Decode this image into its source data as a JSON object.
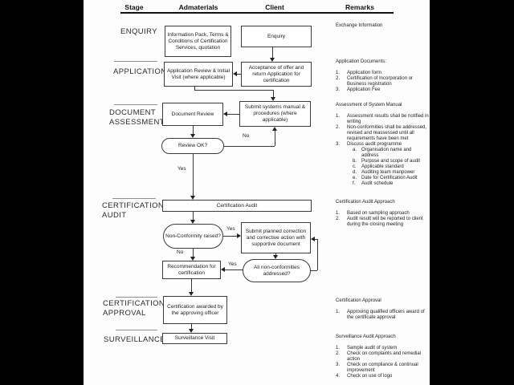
{
  "header": {
    "columns": [
      "Stage",
      "Admaterials",
      "Client",
      "Remarks"
    ]
  },
  "stages": [
    {
      "label": "ENQUIRY"
    },
    {
      "label": "APPLICATION"
    },
    {
      "label": "DOCUMENT ASSESSMENT"
    },
    {
      "label": "CERTIFICATION AUDIT"
    },
    {
      "label": "CERTIFICATION APPROVAL"
    },
    {
      "label": "SURVEILLANCE"
    }
  ],
  "nodes": {
    "info_pack": "Information Pack, Terms & Conditions of Certification Services, quotation",
    "enquiry": "Enquiry",
    "app_review": "Application Review & Initial Visit (where applicable)",
    "acceptance": "Acceptance of offer and return Application for certification",
    "document_review": "Document Review",
    "submit_systems": "Submit systems manual & procedures (where applicable)",
    "review_ok": "Review OK?",
    "certification_audit": "Certification Audit",
    "non_conformity": "Non-Conformity raised?",
    "submit_planned": "Submit planned correction and corrective action with supportive document",
    "recommendation": "Recommendation for certification",
    "all_nc": "All non-conformities addressed?",
    "cert_awarded": "Certification awarded by the approving officer",
    "surveillance_visit": "Surveillance Visit"
  },
  "edge_labels": {
    "review_no": "No",
    "review_yes": "Yes",
    "nc_yes": "Yes",
    "nc_no": "No",
    "addressed_yes": "Yes"
  },
  "remarks": [
    {
      "title": "Exchange Information",
      "items": []
    },
    {
      "title": "Application Documents:",
      "items": [
        {
          "m": "1.",
          "t": "Application form"
        },
        {
          "m": "2.",
          "t": "Certification of Incorporation or Business registration"
        },
        {
          "m": "3.",
          "t": "Application Fee"
        }
      ]
    },
    {
      "title": "Assessment of System Manual",
      "items": [
        {
          "m": "1.",
          "t": "Assessment results shall be notified in writing"
        },
        {
          "m": "2.",
          "t": "Non-conformities shall be addressed, revised and reassessed until all requirements have been met"
        },
        {
          "m": "3.",
          "t": "Discuss audit programme"
        },
        {
          "m": "a.",
          "t": "Organisation name and address"
        },
        {
          "m": "b.",
          "t": "Purpose and scope of audit"
        },
        {
          "m": "c.",
          "t": "Applicable standard"
        },
        {
          "m": "d.",
          "t": "Auditing team manpower"
        },
        {
          "m": "e.",
          "t": "Date for Certification Audit"
        },
        {
          "m": "f.",
          "t": "Audit schedule"
        }
      ]
    },
    {
      "title": "Certification Audit Approach",
      "items": [
        {
          "m": "1.",
          "t": "Based on sampling approach"
        },
        {
          "m": "2.",
          "t": "Audit result will be reported to client during the closing meeting"
        }
      ]
    },
    {
      "title": "Certification Approval",
      "items": [
        {
          "m": "1.",
          "t": "Approving qualified officers award of the certificate approval"
        }
      ]
    },
    {
      "title": "Surveillance Audit Approach",
      "items": [
        {
          "m": "1.",
          "t": "Sample audit of system"
        },
        {
          "m": "2.",
          "t": "Check on complaints and remedial action"
        },
        {
          "m": "3.",
          "t": "Check on compliance & continual improvement"
        },
        {
          "m": "4.",
          "t": "Check on use of logo"
        }
      ]
    }
  ]
}
